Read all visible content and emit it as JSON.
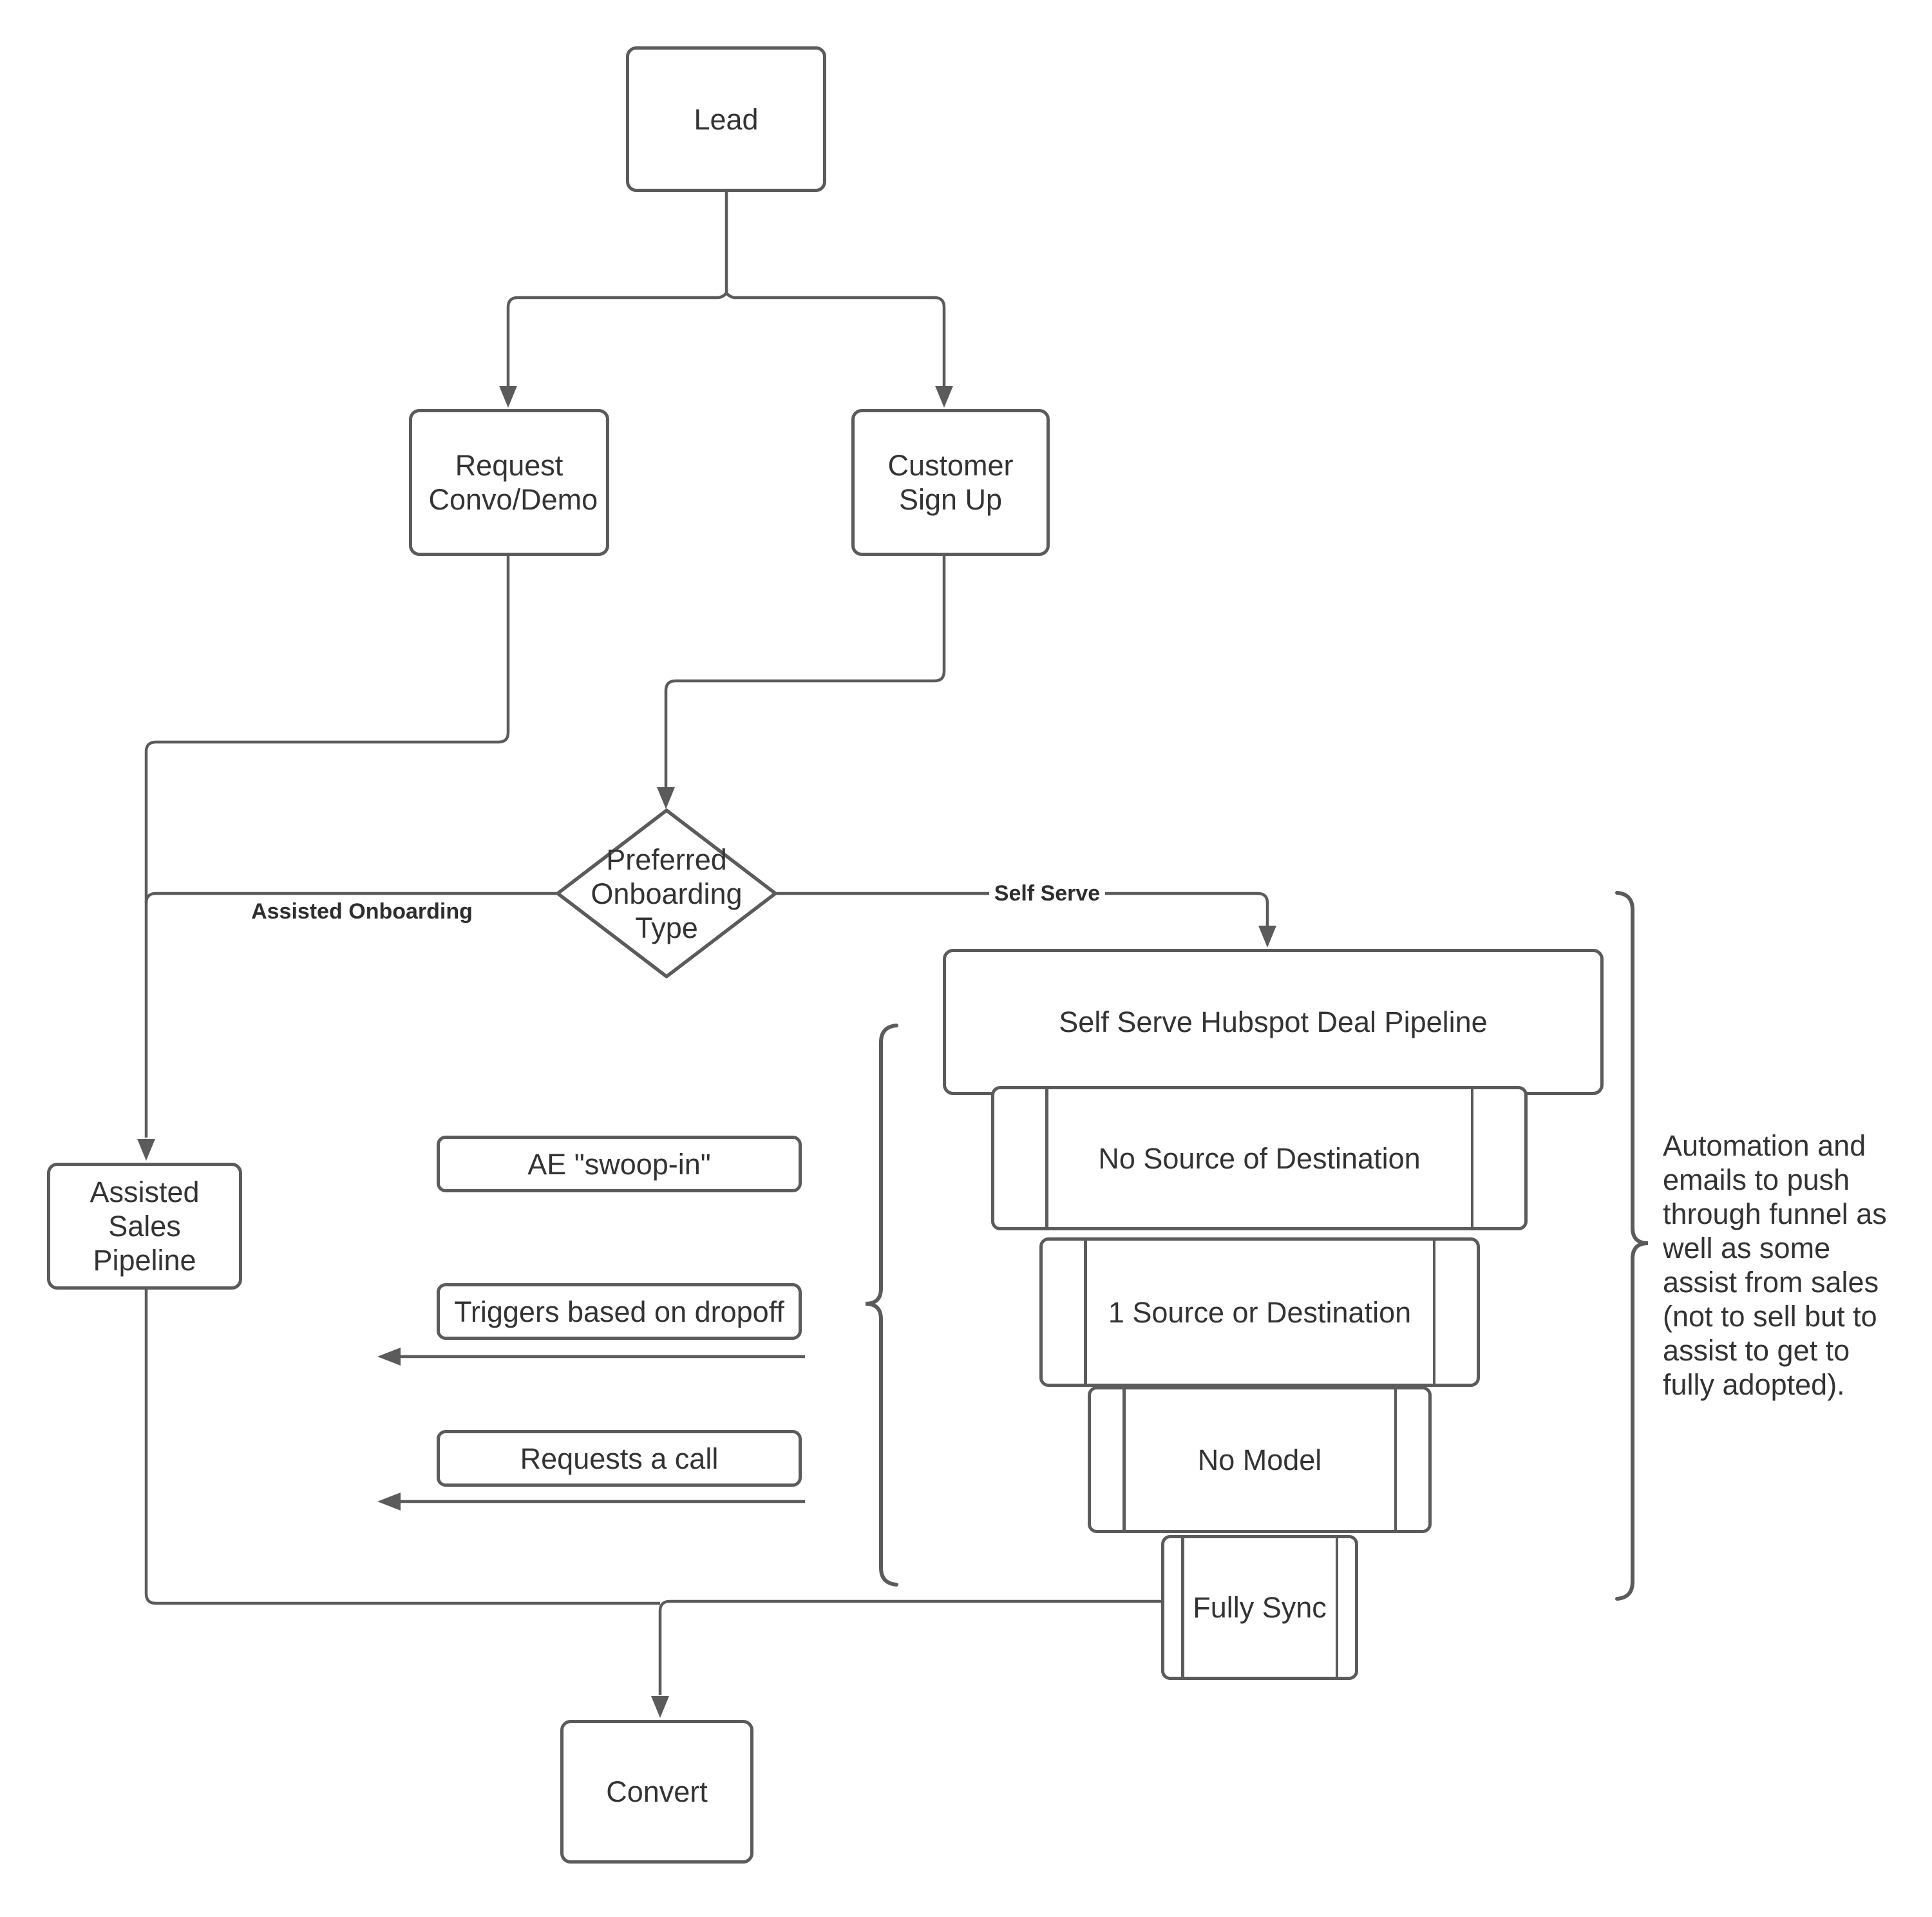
{
  "colors": {
    "stroke": "#5b5b5b",
    "text": "#333333",
    "background": "#ffffff"
  },
  "nodes": {
    "lead": {
      "label": "Lead"
    },
    "request_convo": {
      "label": "Request Convo/Demo"
    },
    "customer_signup": {
      "label": "Customer Sign Up"
    },
    "preferred_onboarding": {
      "label": "Preferred Onboarding Type"
    },
    "assisted_sales_pipeline": {
      "label": "Assisted Sales Pipeline"
    },
    "ae_swoop_in": {
      "label": "AE \"swoop-in\""
    },
    "triggers_dropoff": {
      "label": "Triggers based on dropoff"
    },
    "requests_call": {
      "label": "Requests a call"
    },
    "self_serve_pipeline": {
      "label": "Self Serve Hubspot Deal Pipeline"
    },
    "convert": {
      "label": "Convert"
    }
  },
  "funnel_stages": [
    {
      "label": "No Source of Destination"
    },
    {
      "label": "1 Source or Destination"
    },
    {
      "label": "No Model"
    },
    {
      "label": "Fully Sync"
    }
  ],
  "edge_labels": {
    "assisted_onboarding": "Assisted Onboarding",
    "self_serve": "Self Serve"
  },
  "annotation": {
    "text": "Automation and\nemails to push\nthrough funnel as\nwell as some\nassist from sales\n(not to sell but to\nassist to get to\nfully adopted)."
  }
}
